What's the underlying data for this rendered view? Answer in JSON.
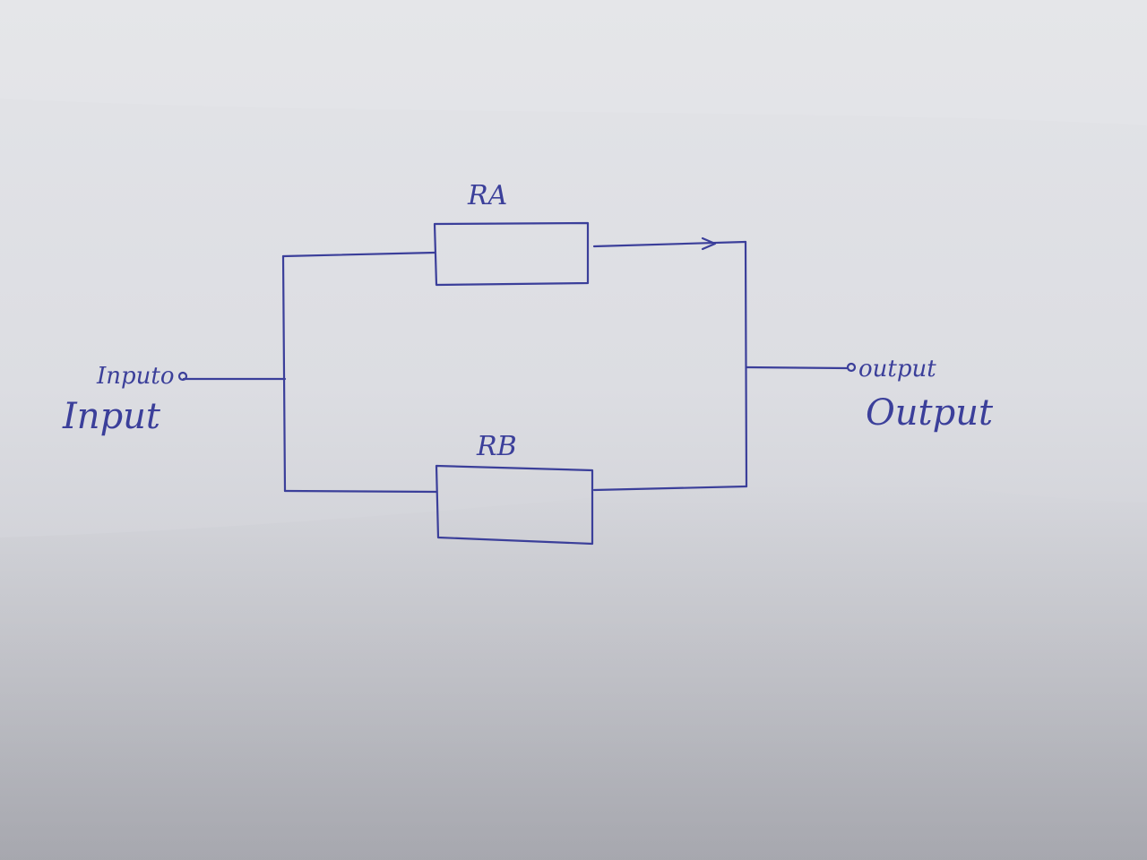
{
  "diagram": {
    "resistors": [
      {
        "id": "ra",
        "label": "RA"
      },
      {
        "id": "rb",
        "label": "RB"
      }
    ],
    "input": {
      "scribble": "Inputo",
      "label": "Input"
    },
    "output": {
      "scribble": "output",
      "label": "Output"
    }
  },
  "colors": {
    "ink": "#3b3f9a",
    "paper": "#e3e4e8"
  }
}
